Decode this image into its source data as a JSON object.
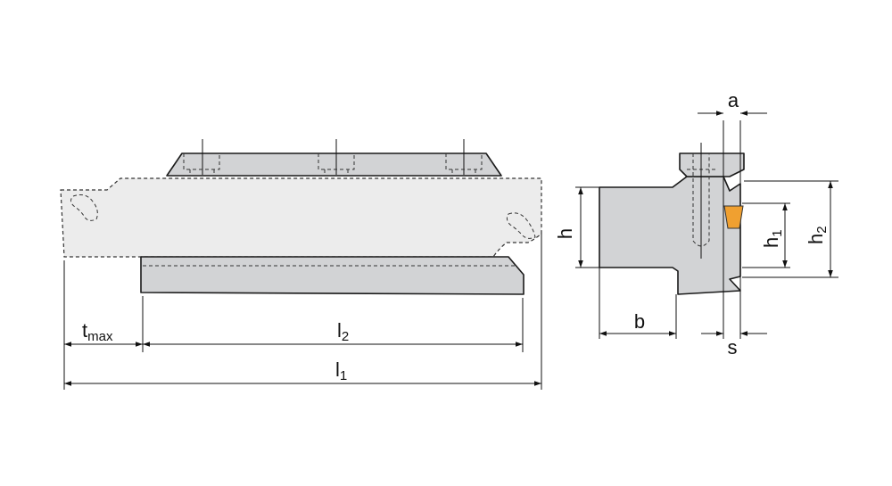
{
  "dimensions": {
    "t_main": "t",
    "t_sub": "max",
    "l2_main": "l",
    "l2_sub": "2",
    "l1_main": "l",
    "l1_sub": "1",
    "h": "h",
    "b": "b",
    "a": "a",
    "s": "s",
    "h1_main": "h",
    "h1_sub": "1",
    "h2_main": "h",
    "h2_sub": "2"
  },
  "colors": {
    "part_fill": "#d2d3d5",
    "ghost_fill": "#ececec",
    "insert": "#f0a030",
    "line": "#1a1a1a"
  }
}
